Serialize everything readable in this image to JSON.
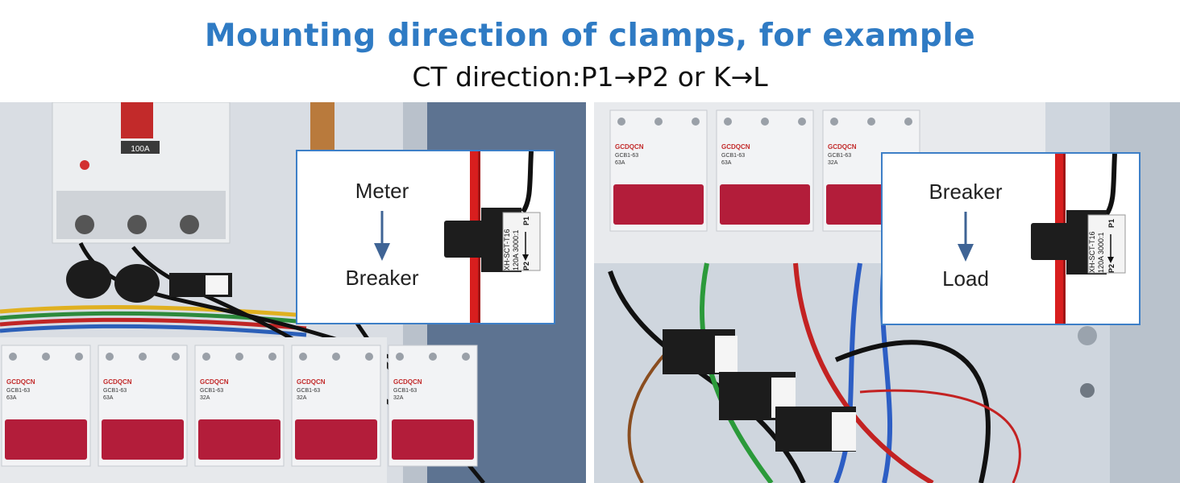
{
  "header": {
    "title": "Mounting direction of clamps, for example",
    "subtitle": "CT direction:P1→P2 or K→L"
  },
  "colors": {
    "title": "#2f7bc4",
    "callout_border": "#3d7fc7",
    "arrow": "#3f6495",
    "cable_red": "#d81e1e",
    "breaker_red": "#b31d3a"
  },
  "left_example": {
    "callout": {
      "from_label": "Meter",
      "to_label": "Breaker"
    },
    "photo": {
      "main_breaker_rating": "100A",
      "breaker_brand": "GCDQCN",
      "breakers": [
        {
          "model": "GCB1-63",
          "rating": "63A"
        },
        {
          "model": "GCB1-63",
          "rating": "63A"
        },
        {
          "model": "GCB1-63",
          "rating": "32A"
        },
        {
          "model": "GCB1-63",
          "rating": "32A"
        },
        {
          "model": "GCB1-63",
          "rating": "32A"
        }
      ]
    }
  },
  "right_example": {
    "callout": {
      "from_label": "Breaker",
      "to_label": "Load"
    },
    "photo": {
      "breaker_brand": "GCDQCN",
      "breakers": [
        {
          "model": "GCB1-63",
          "rating": "63A"
        },
        {
          "model": "GCB1-63",
          "rating": "63A"
        },
        {
          "model": "GCB1-63",
          "rating": "32A"
        }
      ]
    }
  },
  "ct_clamp": {
    "model": "XH-SCT-T16",
    "spec": "120A 3000:1",
    "p1": "P1",
    "p2": "P2"
  }
}
